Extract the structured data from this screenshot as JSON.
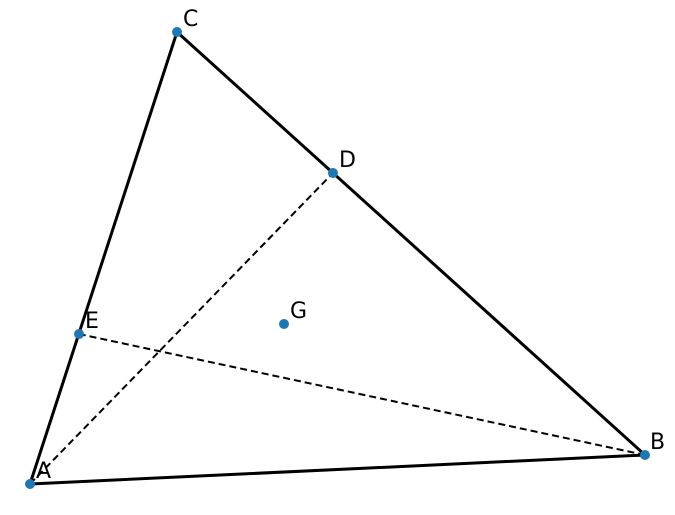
{
  "points": {
    "A": {
      "label": "A",
      "color": "#1f77b4"
    },
    "B": {
      "label": "B",
      "color": "#1f77b4"
    },
    "C": {
      "label": "C",
      "color": "#1f77b4"
    },
    "D": {
      "label": "D",
      "color": "#1f77b4"
    },
    "E": {
      "label": "E",
      "color": "#1f77b4"
    },
    "G": {
      "label": "G",
      "color": "#1f77b4"
    }
  },
  "segments": [
    {
      "from": "A",
      "to": "B",
      "style": "solid"
    },
    {
      "from": "B",
      "to": "C",
      "style": "solid"
    },
    {
      "from": "C",
      "to": "A",
      "style": "solid"
    },
    {
      "from": "A",
      "to": "D",
      "style": "dashed"
    },
    {
      "from": "B",
      "to": "E",
      "style": "dashed"
    }
  ]
}
